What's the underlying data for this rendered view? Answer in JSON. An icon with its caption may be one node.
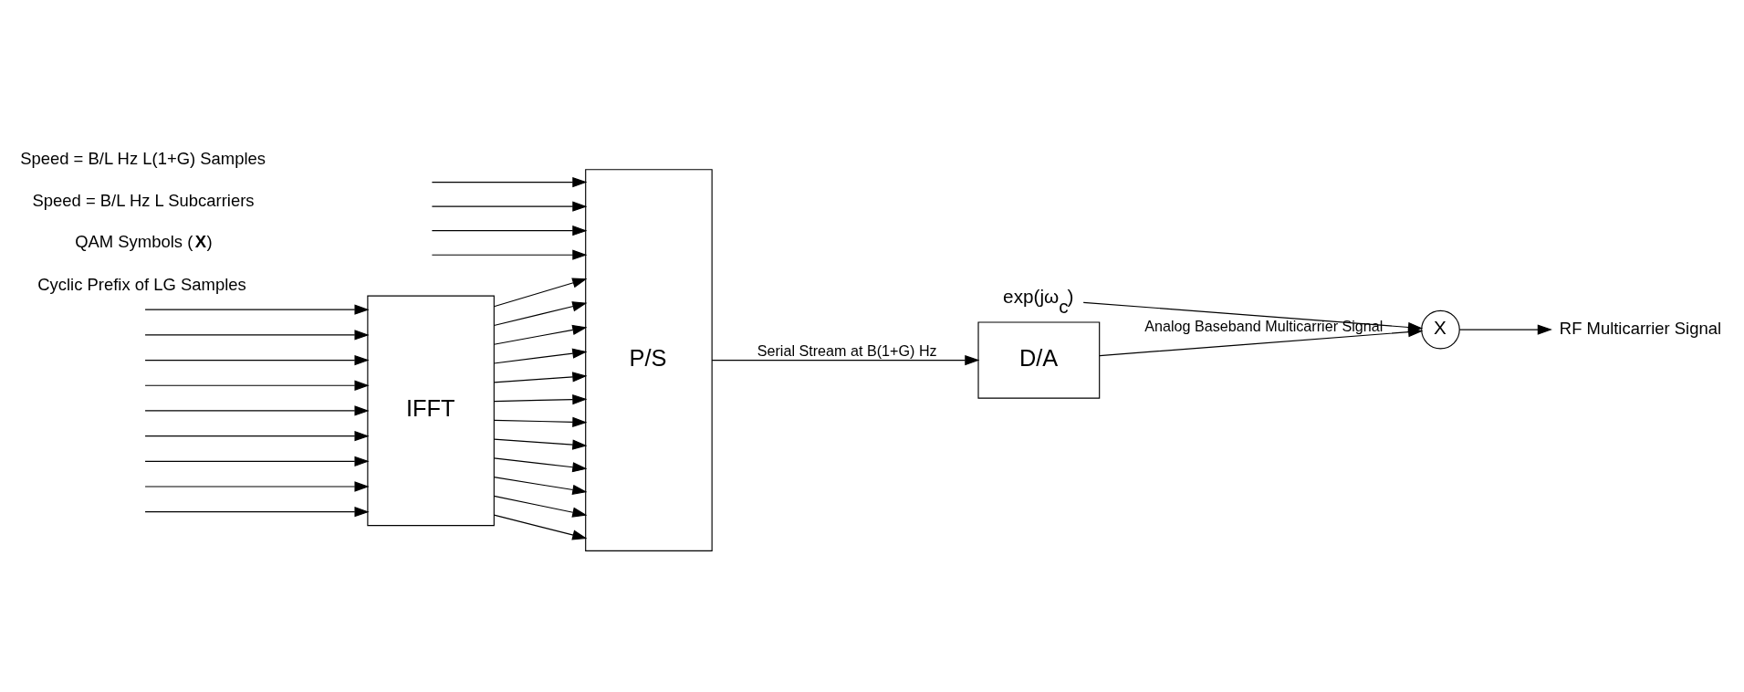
{
  "diagram": {
    "nodes": [
      {
        "text": [
          "IFFT"
        ]
      },
      {
        "text": [
          "P/S"
        ]
      },
      {
        "text": [
          "D/A"
        ]
      },
      {
        "text": [
          "X"
        ]
      },
      {
        "text": [
          "exp(jω$_{c}$)"
        ]
      },
      {
        "text": [
          "RF Multicarrier Signal"
        ]
      }
    ],
    "edges": [
      {
        "from": null,
        "to": 0,
        "arrow": "to"
      },
      {
        "from": null,
        "to": 0,
        "arrow": "to"
      },
      {
        "from": null,
        "to": 0,
        "arrow": "to"
      },
      {
        "from": null,
        "to": 0,
        "arrow": "to"
      },
      {
        "from": null,
        "to": 0,
        "arrow": "to"
      },
      {
        "from": null,
        "to": 0,
        "arrow": "to"
      },
      {
        "from": null,
        "to": 0,
        "arrow": "to"
      },
      {
        "from": null,
        "to": 0,
        "arrow": "to"
      },
      {
        "from": null,
        "to": 0,
        "arrow": "to"
      },
      {
        "from": null,
        "to": 1,
        "arrow": "to"
      },
      {
        "from": null,
        "to": 1,
        "arrow": "to"
      },
      {
        "from": null,
        "to": 1,
        "arrow": "to"
      },
      {
        "from": null,
        "to": 1,
        "arrow": "to"
      },
      {
        "from": 0,
        "to": 1,
        "arrow": "to"
      },
      {
        "from": 0,
        "to": 1,
        "arrow": "to"
      },
      {
        "from": 0,
        "to": 1,
        "arrow": "to"
      },
      {
        "from": 0,
        "to": 1,
        "arrow": "to"
      },
      {
        "from": 0,
        "to": 1,
        "arrow": "to"
      },
      {
        "from": 0,
        "to": 1,
        "arrow": "to"
      },
      {
        "from": 0,
        "to": 1,
        "arrow": "to"
      },
      {
        "from": 0,
        "to": 1,
        "arrow": "to"
      },
      {
        "from": 0,
        "to": 1,
        "arrow": "to"
      },
      {
        "from": 0,
        "to": 1,
        "arrow": "to"
      },
      {
        "from": 0,
        "to": 1,
        "arrow": "to"
      },
      {
        "from": 0,
        "to": 1,
        "arrow": "to"
      },
      {
        "from": 1,
        "to": 2,
        "arrow": "to",
        "label": "Serial Stream at B(1+G) Hz"
      },
      {
        "from": 2,
        "to": 3,
        "arrow": "to",
        "label": "Analog Baseband Multicarrier Signal"
      },
      {
        "from": 4,
        "to": 3,
        "arrow": "to"
      },
      {
        "from": 3,
        "to": 5,
        "arrow": "to"
      }
    ],
    "labels": [
      "Cyclic Prefix of LG Samples",
      "QAM Symbols (**X**)",
      "Speed = B/L Hz L Subcarriers",
      "Speed = B/L Hz L(1+G) Samples"
    ]
  }
}
